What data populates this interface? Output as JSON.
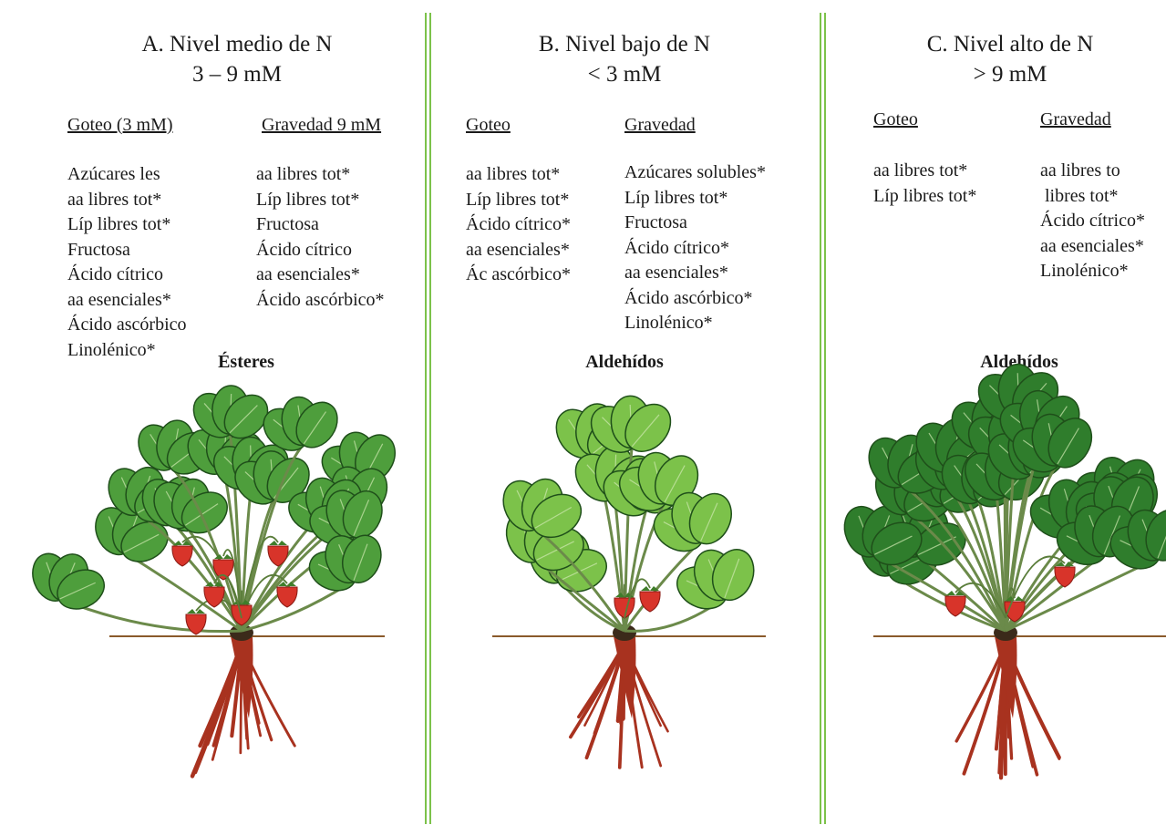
{
  "panels": [
    {
      "id": "A",
      "title_line1": "A. Nivel medio de N",
      "title_line2": "3 – 9 mM",
      "col1": {
        "header": "Goteo (3 mM)",
        "items": [
          "Azúcares les",
          "aa libres tot*",
          "Líp libres tot*",
          "Fructosa",
          "Ácido cítrico",
          "aa esenciales*",
          "Ácido ascórbico",
          "Linolénico*"
        ]
      },
      "col2": {
        "header": "Gravedad 9 mM",
        "items": [
          "aa libres tot*",
          "Líp libres tot*",
          "Fructosa",
          "Ácido cítrico",
          "aa esenciales*",
          "Ácido ascórbico*"
        ]
      },
      "compound": "Ésteres",
      "plant": {
        "vigor": "medium",
        "leaf_color": "#4e9e3c",
        "fruit_count": 7
      }
    },
    {
      "id": "B",
      "title_line1": "B. Nivel bajo de N",
      "title_line2": "< 3 mM",
      "col1": {
        "header": "Goteo",
        "items": [
          "aa libres tot*",
          "Líp libres tot*",
          "Ácido cítrico*",
          "aa esenciales*",
          "Ác ascórbico*"
        ]
      },
      "col2": {
        "header": "Gravedad",
        "items": [
          "Azúcares solubles*",
          "Líp libres tot*",
          "Fructosa",
          "Ácido cítrico*",
          "aa esenciales*",
          "Ácido ascórbico*",
          "Linolénico*"
        ]
      },
      "compound": "Aldehídos",
      "plant": {
        "vigor": "low",
        "leaf_color": "#7cc24a",
        "fruit_count": 2
      }
    },
    {
      "id": "C",
      "title_line1": "C. Nivel alto de N",
      "title_line2": "> 9 mM",
      "col1": {
        "header": "Goteo",
        "items": [
          "aa libres tot*",
          "Líp libres tot*"
        ]
      },
      "col2": {
        "header": "Gravedad",
        "items": [
          "aa libres to",
          " libres tot*",
          "Ácido cítrico*",
          "aa esenciales*",
          "Linolénico*"
        ]
      },
      "compound": "Aldehídos",
      "plant": {
        "vigor": "high",
        "leaf_color": "#2f7d2c",
        "fruit_count": 3
      }
    }
  ],
  "colors": {
    "separator": "#7cc24a",
    "soil_line": "#8a5a2b",
    "root": "#a8321f",
    "fruit": "#d8342a"
  }
}
